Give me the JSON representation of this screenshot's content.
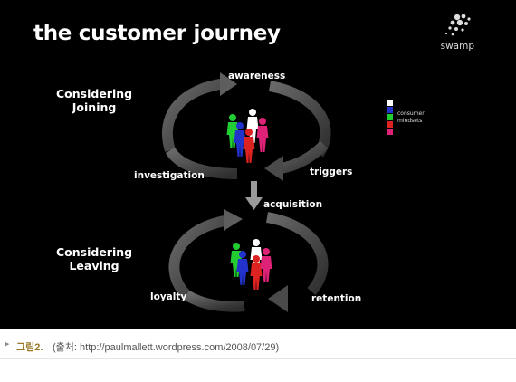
{
  "slide": {
    "title": "the customer journey",
    "brand": "swamp",
    "sections": {
      "joining": [
        "Considering",
        "Joining"
      ],
      "leaving": [
        "Considering",
        "Leaving"
      ]
    },
    "stages": {
      "awareness": "awareness",
      "triggers": "triggers",
      "investigation": "investigation",
      "acquisition": "acquisition",
      "retention": "retention",
      "loyalty": "loyalty"
    },
    "legend": {
      "line1": "consumer",
      "line2": "mindsets",
      "colors": [
        "#ffffff",
        "#2233cc",
        "#22cc33",
        "#dd2222",
        "#dd2277"
      ]
    },
    "people_colors": [
      "#22cc33",
      "#2233cc",
      "#ffffff",
      "#dd2222",
      "#dd2277"
    ]
  },
  "caption": {
    "figure_label": "그림2.",
    "source": "(출처: http://paulmallett.wordpress.com/2008/07/29)"
  }
}
